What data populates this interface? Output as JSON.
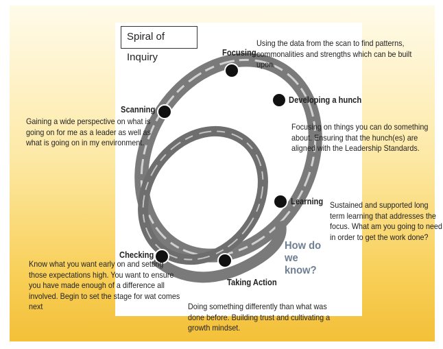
{
  "title": "Spiral of Inquiry",
  "question": "How do we know?",
  "stages": [
    {
      "label": "Focusing",
      "description": "Using the data from the scan to find patterns, commonalities and strengths which can be built upon."
    },
    {
      "label": "Developing a hunch",
      "description": "Focusing on things you can do something about. Ensuring that the hunch(es) are aligned with the Leadership Standards."
    },
    {
      "label": "Learning",
      "description": "Sustained and supported long term learning that addresses the focus. What am you going to need in order to get the work done?"
    },
    {
      "label": "Taking Action",
      "description": "Doing something differently than what was done before. Building trust and cultivating a growth mindset."
    },
    {
      "label": "Checking",
      "description": "Know what you want early on and setting those expectations high. You want to ensure you have made enough of a difference all involved. Begin to set the stage for wat comes next"
    },
    {
      "label": "Scanning",
      "description": "Gaining a wide perspective on what is going on for me as a leader as well as what is going on in my environment."
    }
  ]
}
